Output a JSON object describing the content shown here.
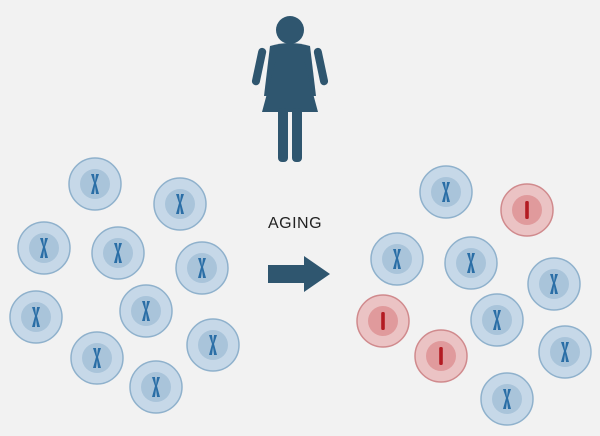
{
  "label": "AGING",
  "colors": {
    "background": "#f2f2f2",
    "figure": "#2f566f",
    "arrow": "#2f566f",
    "healthy_cell_fill": "#c6d8e8",
    "healthy_cell_stroke": "#8fb1cc",
    "healthy_nucleus": "#a9c4da",
    "healthy_chromosome": "#2a6ea6",
    "aged_cell_fill": "#ebc3c4",
    "aged_cell_stroke": "#d08a8d",
    "aged_nucleus": "#e09a9c",
    "aged_chromosome": "#b31b22"
  },
  "icons": {
    "person": "female-figure-icon",
    "arrow": "right-arrow-icon",
    "cell_healthy": "cell-with-chromosome-icon",
    "cell_aged": "cell-with-shortened-chromosome-icon"
  },
  "before_cells": [
    {
      "state": "healthy"
    },
    {
      "state": "healthy"
    },
    {
      "state": "healthy"
    },
    {
      "state": "healthy"
    },
    {
      "state": "healthy"
    },
    {
      "state": "healthy"
    },
    {
      "state": "healthy"
    },
    {
      "state": "healthy"
    },
    {
      "state": "healthy"
    },
    {
      "state": "healthy"
    },
    {
      "state": "healthy"
    }
  ],
  "after_cells": [
    {
      "state": "healthy"
    },
    {
      "state": "aged"
    },
    {
      "state": "healthy"
    },
    {
      "state": "healthy"
    },
    {
      "state": "healthy"
    },
    {
      "state": "aged"
    },
    {
      "state": "healthy"
    },
    {
      "state": "aged"
    },
    {
      "state": "healthy"
    },
    {
      "state": "healthy"
    },
    {
      "state": "healthy"
    }
  ]
}
